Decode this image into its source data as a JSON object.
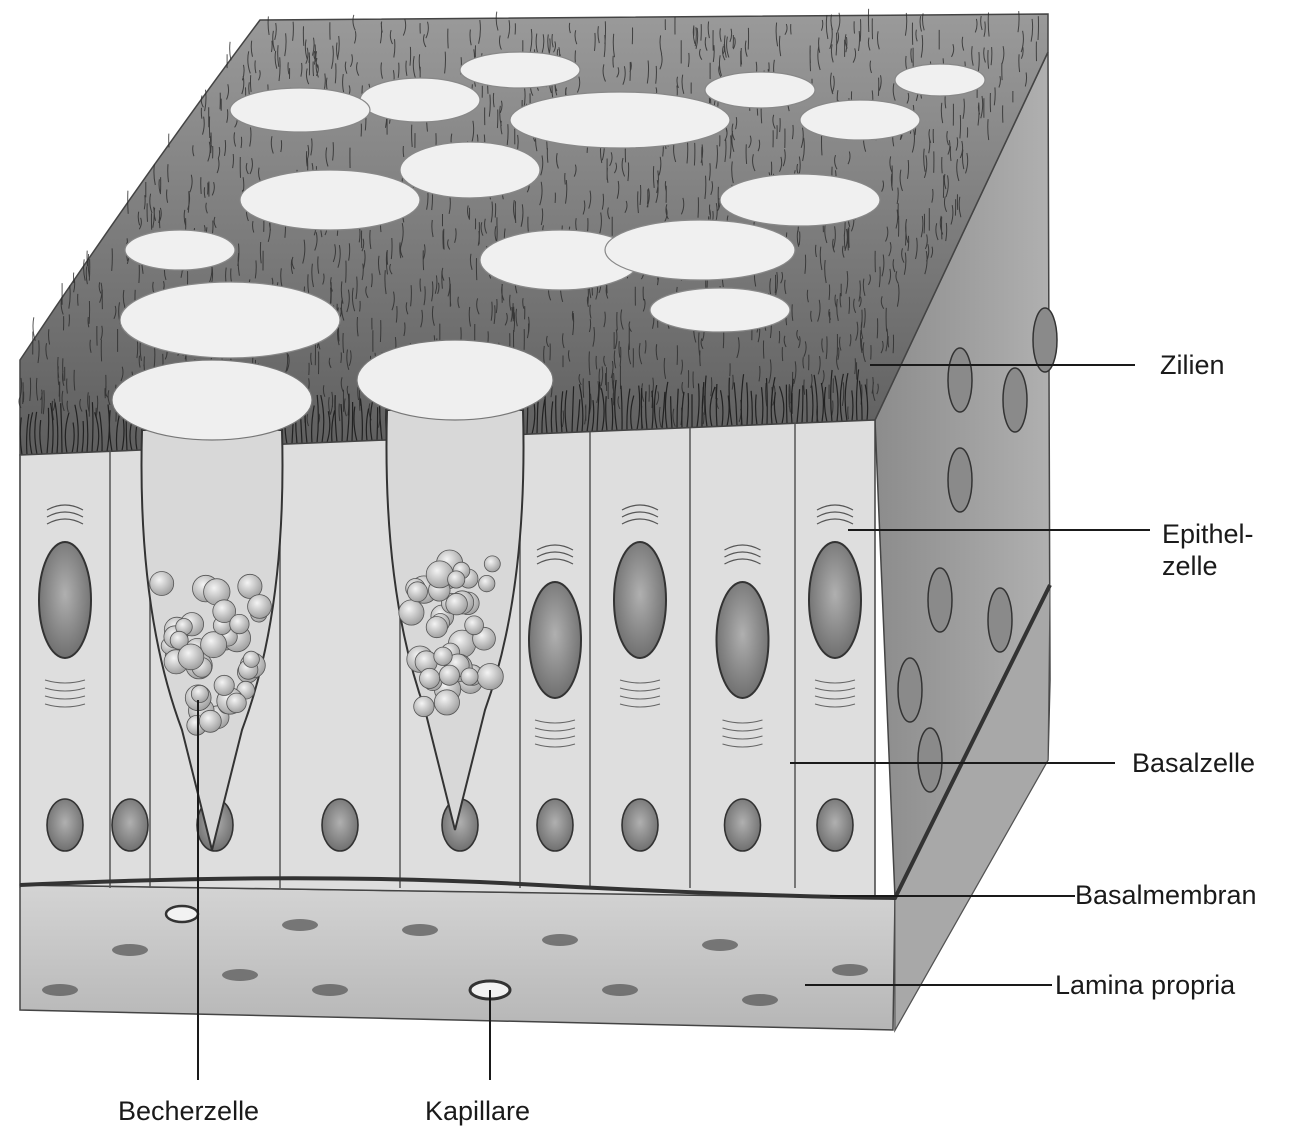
{
  "diagram": {
    "labels": {
      "cilia": "Zilien",
      "epithelial_line1": "Epithel-",
      "epithelial_line2": "zelle",
      "basal_cell": "Basalzelle",
      "basement_membrane": "Basalmembran",
      "lamina_propria": "Lamina propria",
      "goblet_cell": "Becherzelle",
      "capillary": "Kapillare"
    },
    "colors": {
      "ink": "#1a1a1a",
      "mucus": "#efefef",
      "cell_fill": "#dcdcdc",
      "nucleus": "#8a8a8a",
      "connective_tissue": "#c4c4c4",
      "side_face": "#9a9a9a"
    }
  }
}
